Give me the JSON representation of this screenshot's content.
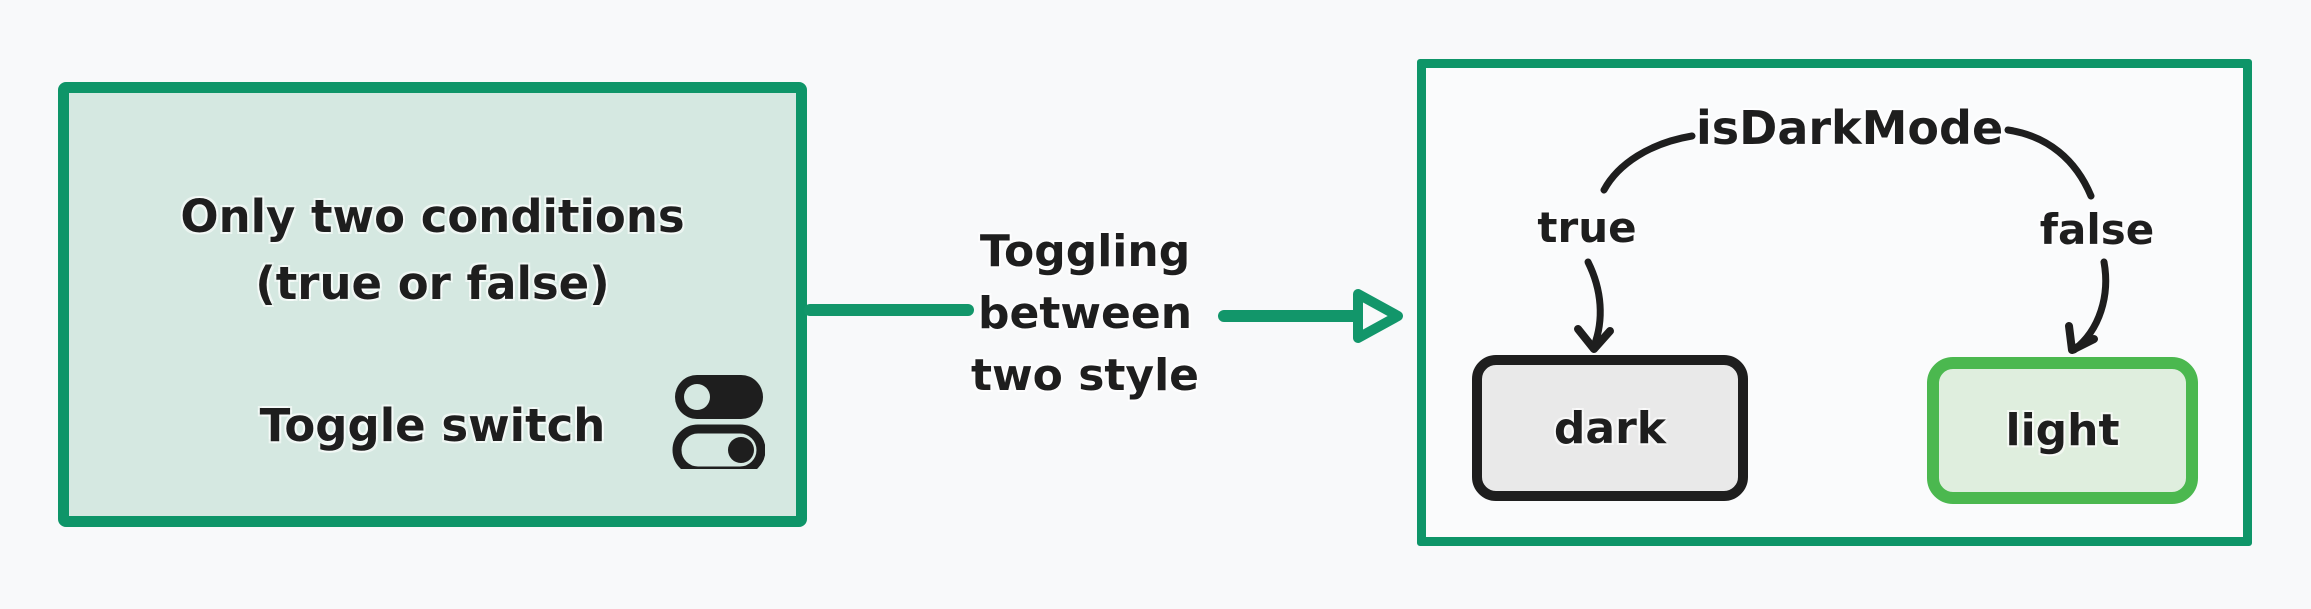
{
  "diagram": {
    "background_color": "#f8f9fa",
    "ink_color": "#1e1e1e",
    "accent_green": "#0e9568",
    "arrow_green": "#12966a"
  },
  "left_box": {
    "fill_color": "#d5e8e1",
    "border_color": "#0e9568",
    "condition_line1": "Only two conditions",
    "condition_line2": "(true or false)",
    "toggle_label": "Toggle switch",
    "icon": "toggle-switch-icon"
  },
  "connector": {
    "lines": [
      "Toggling",
      "between",
      "two style"
    ]
  },
  "right_box": {
    "border_color": "#0e9568",
    "title": "isDarkMode",
    "true_label": "true",
    "false_label": "false",
    "dark_node": {
      "label": "dark",
      "fill_color": "#e9e9e9",
      "border_color": "#1e1e1e"
    },
    "light_node": {
      "label": "light",
      "fill_color": "#dfeede",
      "border_color": "#4bb84f"
    }
  }
}
